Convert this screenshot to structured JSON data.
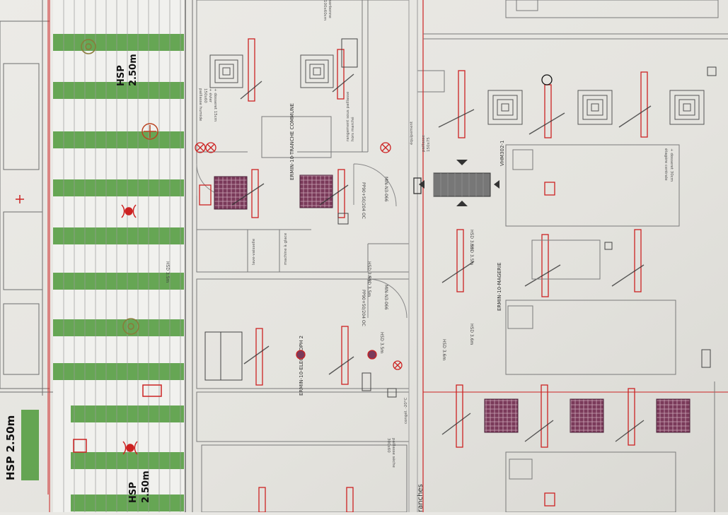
{
  "plan": {
    "hsp_labels": [
      {
        "text": "HSP",
        "sub": "2.50m"
      },
      {
        "text": "HSP 2.50m",
        "sub": ""
      },
      {
        "text": "HSP",
        "sub": "2.50m"
      }
    ],
    "room_labels": {
      "tranche_commune": "ERMIN-10-TRANCHE COMMUNE",
      "electroph": "ERMIN-10-ELECTROPH 2",
      "magerie": "ERMIN-10-MAGERIE",
      "vhm": "VHM302-1",
      "branches": "ranches"
    },
    "door_labels": [
      "PP90+50/204 OC",
      "PP90+50/204 OC",
      "MIN-N3-066",
      "MIN-N3-066"
    ],
    "hsd_labels": [
      "HSD 3.5m",
      "HSD 3.5m",
      "HSD 3.5m",
      "HSD 3.5m",
      "HSD 3.6m",
      "HSD 3.5m",
      "HSD 3.5m",
      "HSD 3.6m"
    ],
    "equipment_notes": {
      "paillasse_humide_1": "paillasse humide",
      "dims_1": "150x60",
      "evier": "+ évier",
      "dosseret_15": "+ dosseret 15cm",
      "rangement": "rangement sous paillasse",
      "hors_marche": "hors marché",
      "equipement": "équipement",
      "paillasse_seche": "paillasse sèche",
      "dims_2": "300x60",
      "dosseret_30": "+ dosseret 30cm",
      "etagere": "étagère centrale",
      "lave_vaisselle": "lave-vaisselle",
      "machine_glace": "machine à glace",
      "paillasse_150x75": "paillasse",
      "dims_150x75": "150x75",
      "sorbonne": "sorbonne",
      "dims_sorb": "100x60cm",
      "congel": "congél. -20°C"
    }
  }
}
